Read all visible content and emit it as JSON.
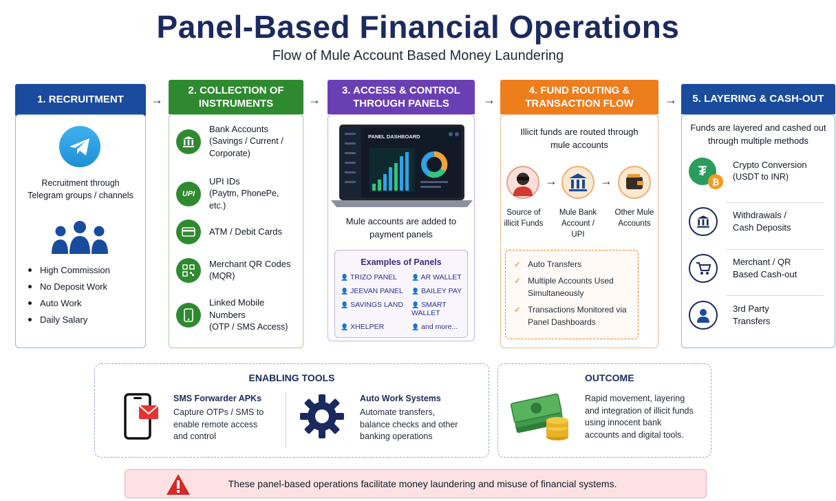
{
  "header": {
    "title": "Panel-Based Financial Operations",
    "subtitle": "Flow of Mule Account Based Money Laundering"
  },
  "arrows": [
    "→",
    "→",
    "→",
    "→"
  ],
  "stage1": {
    "heading": "1. RECRUITMENT",
    "color": "#1a4b9c",
    "text": "Recruitment through Telegram groups / channels",
    "bullets": [
      "High Commission",
      "No Deposit Work",
      "Auto Work",
      "Daily Salary"
    ]
  },
  "stage2": {
    "heading": "2. COLLECTION OF INSTRUMENTS",
    "color": "#2f8a2f",
    "items": [
      {
        "icon": "bank-icon",
        "main": "Bank Accounts",
        "sub": "(Savings / Current / Corporate)"
      },
      {
        "icon": "upi-icon",
        "glyph": "UPI",
        "main": "UPI IDs",
        "sub": "(Paytm, PhonePe, etc.)"
      },
      {
        "icon": "card-icon",
        "main": "ATM / Debit Cards",
        "sub": ""
      },
      {
        "icon": "qr-code-icon",
        "main": "Merchant QR Codes",
        "sub": "(MQR)"
      },
      {
        "icon": "mobile-icon",
        "main": "Linked Mobile Numbers",
        "sub": "(OTP / SMS Access)"
      }
    ]
  },
  "stage3": {
    "heading": "3. ACCESS & CONTROL THROUGH PANELS",
    "color": "#6b3fb4",
    "dashboard_label": "PANEL DASHBOARD",
    "text": "Mule accounts are added to payment panels",
    "examples_title": "Examples of Panels",
    "panels": [
      "TRIZO PANEL",
      "AR WALLET",
      "JEEVAN PANEL",
      "BAILEY PAY",
      "SAVINGS LAND",
      "SMART WALLET",
      "XHELPER",
      "and more..."
    ]
  },
  "stage4": {
    "heading": "4. FUND ROUTING & TRANSACTION FLOW",
    "color": "#ee7d1c",
    "text": "Illicit funds are routed through mule accounts",
    "flow": [
      {
        "icon": "thief-icon",
        "label": "Source of illicit Funds"
      },
      {
        "icon": "bank-icon",
        "label": "Mule Bank Account / UPI"
      },
      {
        "icon": "wallet-icon",
        "label": "Other Mule Accounts"
      }
    ],
    "checks": [
      "Auto Transfers",
      "Multiple Accounts Used Simultaneously",
      "Transactions Monitored via Panel Dashboards"
    ]
  },
  "stage5": {
    "heading": "5. LAYERING & CASH-OUT",
    "color": "#1a4b9c",
    "text": "Funds are layered and cashed out through multiple methods",
    "items": [
      {
        "icon": "crypto-icon",
        "main": "Crypto Conversion",
        "sub": "(USDT to INR)"
      },
      {
        "icon": "bank-icon",
        "main": "Withdrawals /",
        "sub": "Cash Deposits"
      },
      {
        "icon": "cart-icon",
        "main": "Merchant / QR",
        "sub": "Based Cash-out"
      },
      {
        "icon": "person-icon",
        "main": "3rd Party",
        "sub": "Transfers"
      }
    ]
  },
  "enabling": {
    "title": "ENABLING TOOLS",
    "tools": [
      {
        "icon": "phone-mail-icon",
        "title": "SMS Forwarder APKs",
        "desc": "Capture OTPs / SMS to enable remote access and control"
      },
      {
        "icon": "gear-icon",
        "title": "Auto Work Systems",
        "desc": "Automate transfers, balance checks and other banking operations"
      }
    ]
  },
  "outcome": {
    "title": "OUTCOME",
    "text": "Rapid movement, layering and integration of illicit funds using innocent bank accounts and digital tools."
  },
  "alert": {
    "icon": "warning-icon",
    "text": "These panel-based operations facilitate money laundering and misuse of financial systems."
  }
}
